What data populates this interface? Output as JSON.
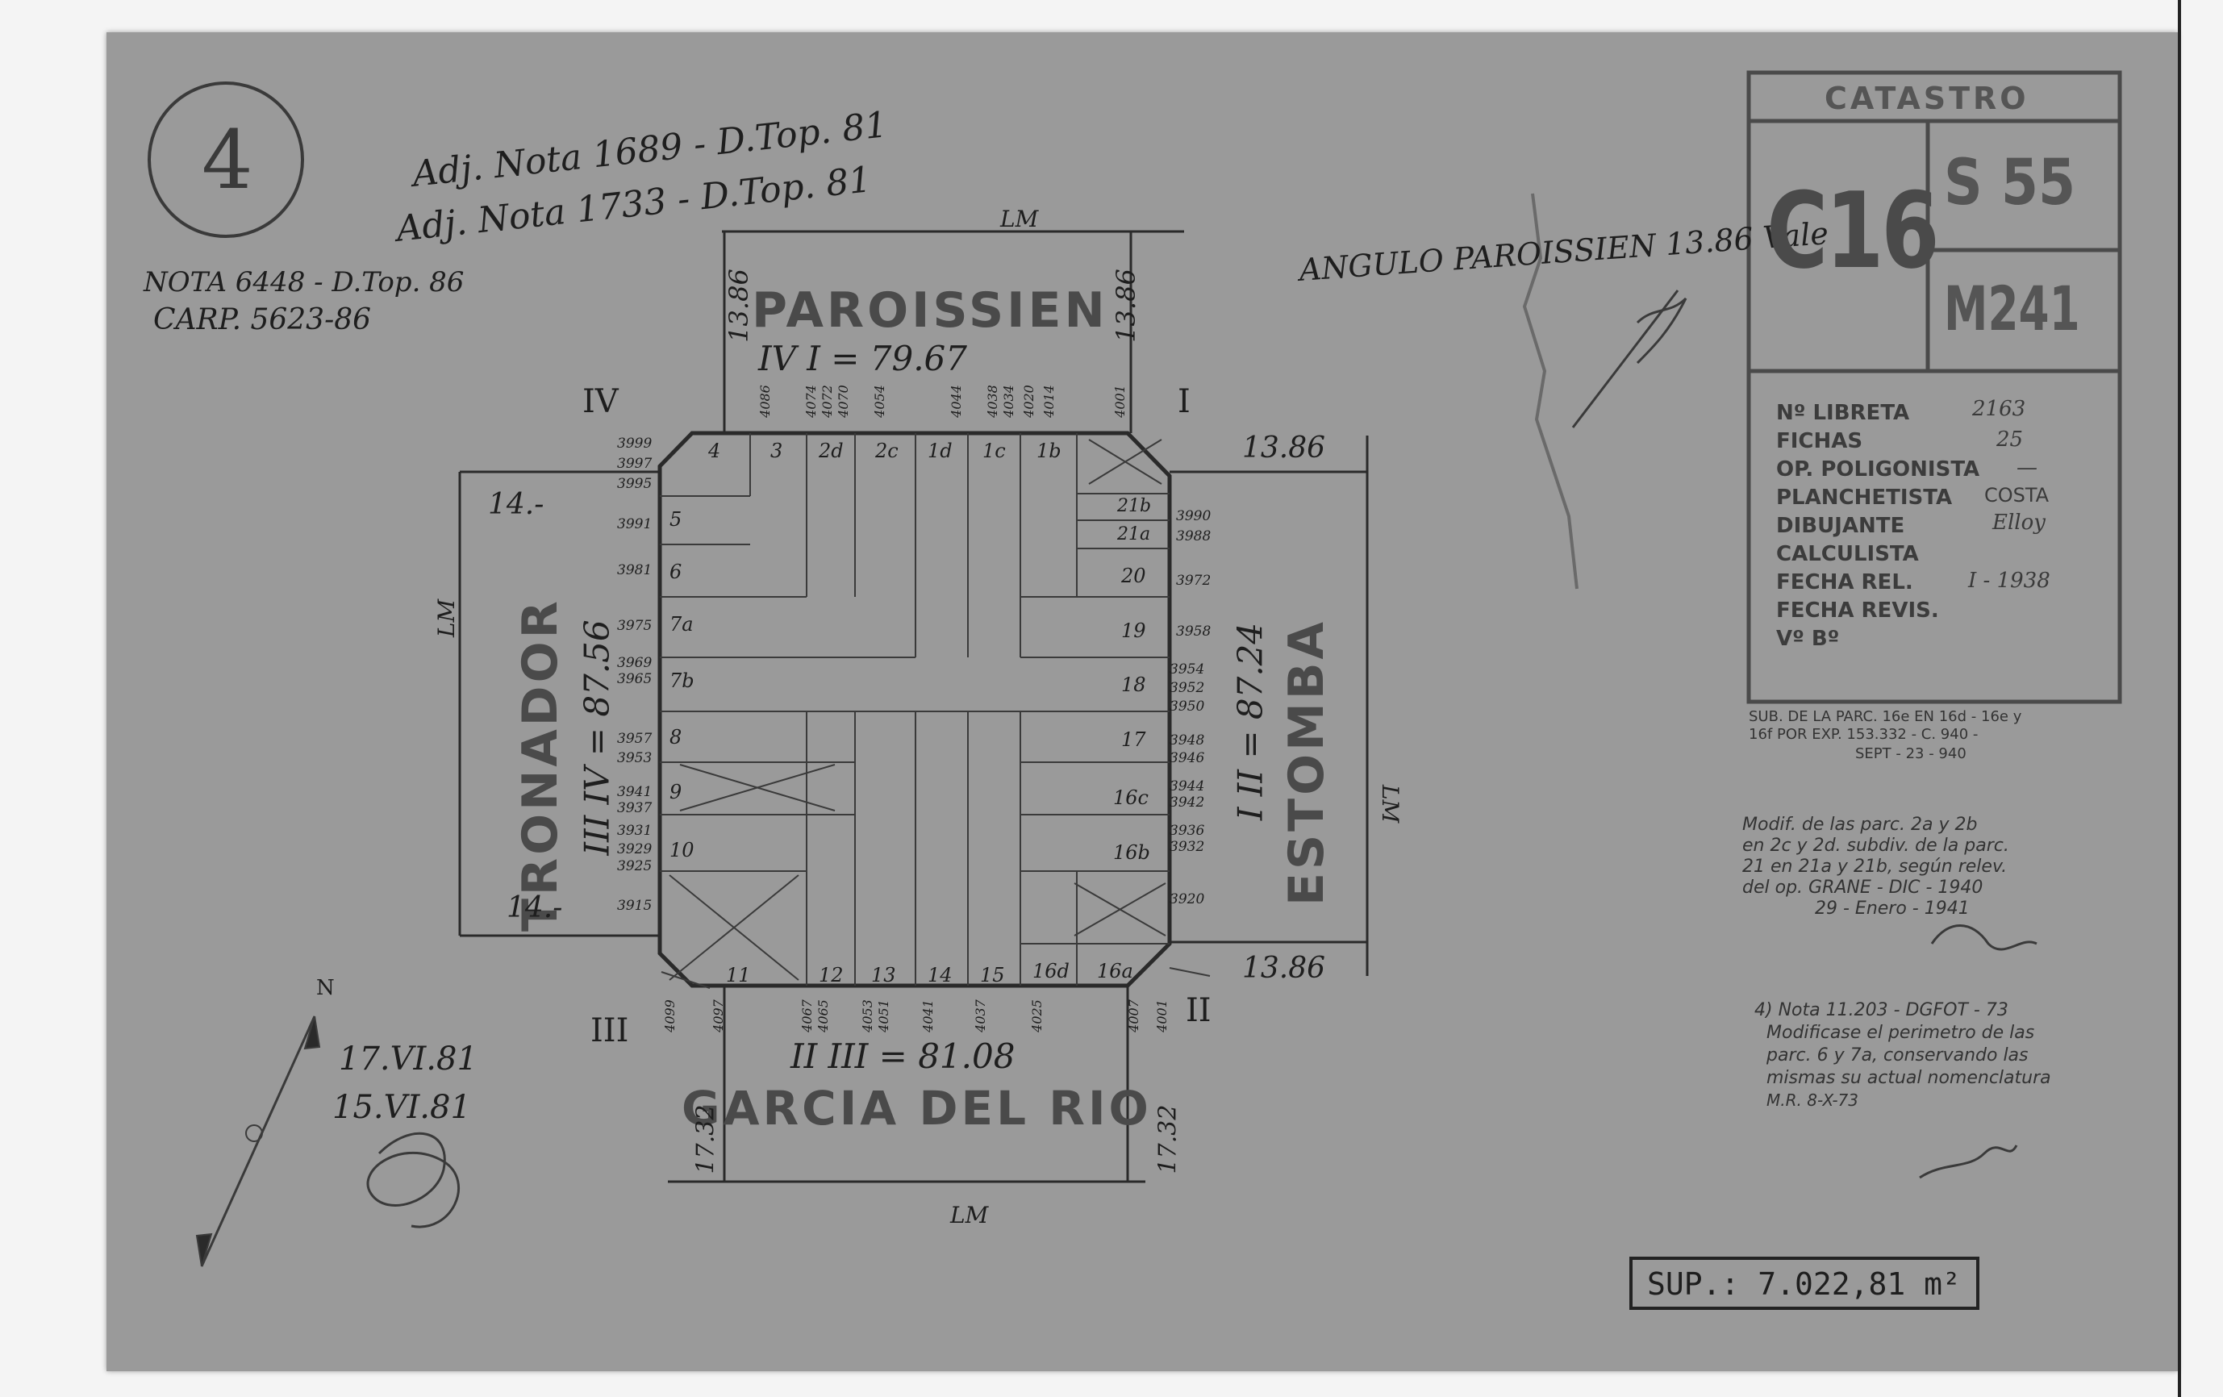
{
  "sheet_number": "4",
  "references": {
    "line1": "Adj. Nota 1689 - D.Top. 81",
    "line2": "Adj. Nota 1733 - D.Top. 81",
    "line3": "NOTA 6448 - D.Top. 86",
    "line4": "CARP. 5623-86"
  },
  "corner_note": "ANGULO PAROISSIEN 13.86 Vale",
  "streets": {
    "north": "PAROISSIEN",
    "west": "TRONADOR",
    "east": "ESTOMBA",
    "south": "GARCIA DEL RIO"
  },
  "vertices": {
    "v1": "I",
    "v2": "II",
    "v3": "III",
    "v4": "IV"
  },
  "side_lengths": {
    "north": "IV I = 79.67",
    "west": "III IV = 87.56",
    "east": "I II = 87.24",
    "south": "II III = 81.08"
  },
  "chamfers": {
    "ne_top": "13.86",
    "ne_side": "13.86",
    "nw_top": "13.86",
    "se": "13.86",
    "w_top": "14.-",
    "w_bottom": "14.-",
    "s_left": "17.32",
    "s_right": "17.32"
  },
  "lm_label": "LM",
  "parcels_north": [
    "4",
    "3",
    "2d",
    "2c",
    "1d",
    "1c",
    "1b"
  ],
  "parcels_west": [
    "5",
    "6",
    "7a",
    "7b",
    "8",
    "9",
    "10"
  ],
  "parcels_east": [
    "21b",
    "21a",
    "20",
    "19",
    "18",
    "17",
    "16c",
    "16b"
  ],
  "parcels_south": [
    "11",
    "12",
    "13",
    "14",
    "15",
    "16d",
    "16a"
  ],
  "door_numbers_west": [
    "3999",
    "3997",
    "3995",
    "3991",
    "3981",
    "3975",
    "3969",
    "3965",
    "3957",
    "3953",
    "3941",
    "3937",
    "3931",
    "3929",
    "3925",
    "3915"
  ],
  "door_numbers_east": [
    "3990",
    "3988",
    "3972",
    "3958",
    "3954",
    "3952",
    "3950",
    "3948",
    "3946",
    "3944",
    "3942",
    "3936",
    "3932",
    "3920"
  ],
  "door_numbers_north": [
    "4086",
    "4074",
    "4072",
    "4070",
    "4054",
    "4044",
    "4038",
    "4034",
    "4020",
    "4014",
    "4001"
  ],
  "door_numbers_south": [
    "4099",
    "4097",
    "4067",
    "4065",
    "4053",
    "4051",
    "4041",
    "4037",
    "4025",
    "4007",
    "4001"
  ],
  "dates": {
    "date1": "17.VI.81",
    "date2": "15.VI.81"
  },
  "north_arrow": "N",
  "catastro": {
    "header": "CATASTRO",
    "circ": "C16",
    "seccion": "S 55",
    "manzana": "M241",
    "fields": [
      {
        "label": "Nº LIBRETA",
        "value": "2163"
      },
      {
        "label": "FICHAS",
        "value": "25"
      },
      {
        "label": "OP. POLIGONISTA",
        "value": "—"
      },
      {
        "label": "PLANCHETISTA",
        "value": "COSTA"
      },
      {
        "label": "DIBUJANTE",
        "value": "Elloy"
      },
      {
        "label": "CALCULISTA",
        "value": ""
      },
      {
        "label": "FECHA REL.",
        "value": "I - 1938"
      },
      {
        "label": "FECHA REVIS.",
        "value": ""
      },
      {
        "label": "Vº Bº",
        "value": ""
      }
    ]
  },
  "notes": {
    "sub_parcel": [
      "SUB. DE LA PARC. 16e EN 16d - 16e y",
      "16f POR EXP. 153.332 - C. 940 -",
      "SEPT - 23 - 940"
    ],
    "modif": [
      "Modif. de las parc. 2a y 2b",
      "en 2c y 2d. subdiv. de la parc.",
      "21 en 21a y 21b, según relev.",
      "del op. GRANE - DIC - 1940",
      "29 - Enero - 1941"
    ],
    "nota4": [
      "4) Nota 11.203 - DGFOT - 73",
      "Modificase el perimetro de las",
      "parc. 6 y 7a, conservando las",
      "mismas su actual nomenclatura",
      "M.R. 8-X-73"
    ]
  },
  "surface": "SUP.: 7.022,81 m²"
}
